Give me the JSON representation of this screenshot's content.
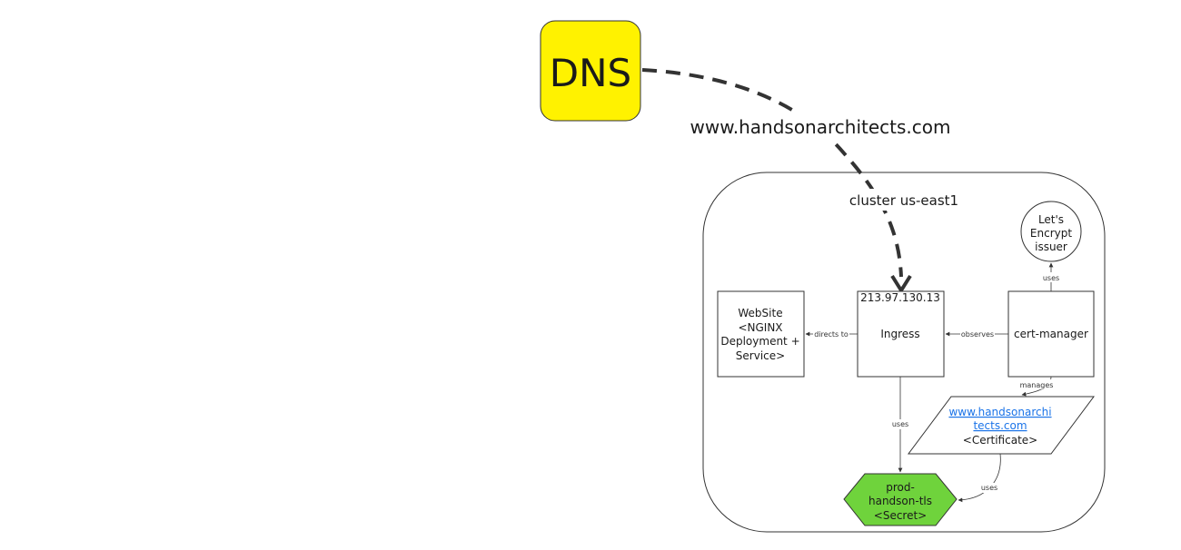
{
  "dns": {
    "label": "DNS",
    "color": "#fff200"
  },
  "domain_label": "www.handsonarchitects.com",
  "cluster": {
    "label": "cluster us-east1"
  },
  "ingress": {
    "ip": "213.97.130.13",
    "label": "Ingress"
  },
  "website": {
    "lines": [
      "WebSite",
      "<NGINX",
      "Deployment +",
      "Service>"
    ]
  },
  "cert_manager": {
    "label": "cert-manager"
  },
  "issuer": {
    "lines": [
      "Let's",
      "Encrypt",
      "issuer"
    ]
  },
  "certificate": {
    "link_lines": [
      "www.handsonarchi",
      "tects.com"
    ],
    "type": "<Certificate>",
    "link_color": "#1a73e8"
  },
  "secret": {
    "lines": [
      "prod-",
      "handson-tls",
      "<Secret>"
    ],
    "color": "#6fd33c"
  },
  "edges": {
    "directs_to": "directs to",
    "observes": "observes",
    "uses_issuer": "uses",
    "manages": "manages",
    "uses_secret": "uses",
    "cert_uses": "uses"
  }
}
